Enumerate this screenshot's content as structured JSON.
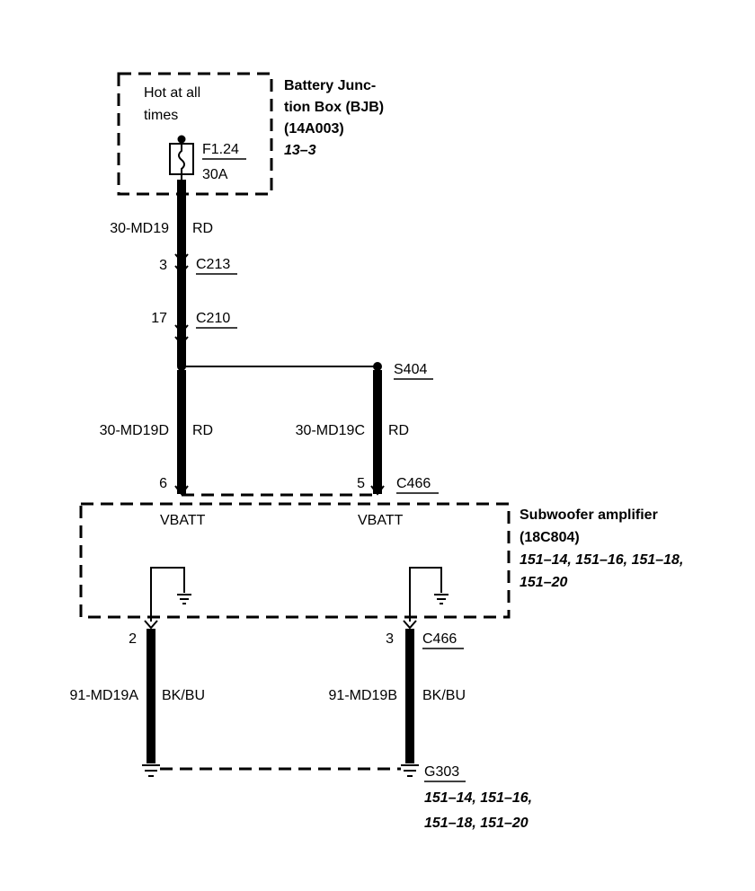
{
  "bjb": {
    "note_line1": "Hot at all",
    "note_line2": "times",
    "fuse_id": "F1.24",
    "fuse_rating": "30A",
    "name_line1": "Battery Junc-",
    "name_line2": "tion Box (BJB)",
    "name_line3": "(14A003)",
    "ref": "13–3"
  },
  "wire_main": {
    "circuit": "30-MD19",
    "color": "RD"
  },
  "c213": {
    "pin": "3",
    "name": "C213"
  },
  "c210": {
    "pin": "17",
    "name": "C210"
  },
  "splice": {
    "name": "S404"
  },
  "wire_left": {
    "circuit": "30-MD19D",
    "color": "RD",
    "pin": "6"
  },
  "wire_right": {
    "circuit": "30-MD19C",
    "color": "RD",
    "pin": "5"
  },
  "c466_top": {
    "name": "C466"
  },
  "amp": {
    "vbatt_left": "VBATT",
    "vbatt_right": "VBATT",
    "name_line1": "Subwoofer amplifier",
    "name_line2": "(18C804)",
    "ref_line1": "151–14, 151–16, 151–18,",
    "ref_line2": "151–20"
  },
  "gnd_left": {
    "pin": "2",
    "circuit": "91-MD19A",
    "color": "BK/BU"
  },
  "gnd_right": {
    "pin": "3",
    "circuit": "91-MD19B",
    "color": "BK/BU",
    "connector": "C466"
  },
  "ground": {
    "name": "G303",
    "ref_line1": "151–14, 151–16,",
    "ref_line2": "151–18, 151–20"
  }
}
